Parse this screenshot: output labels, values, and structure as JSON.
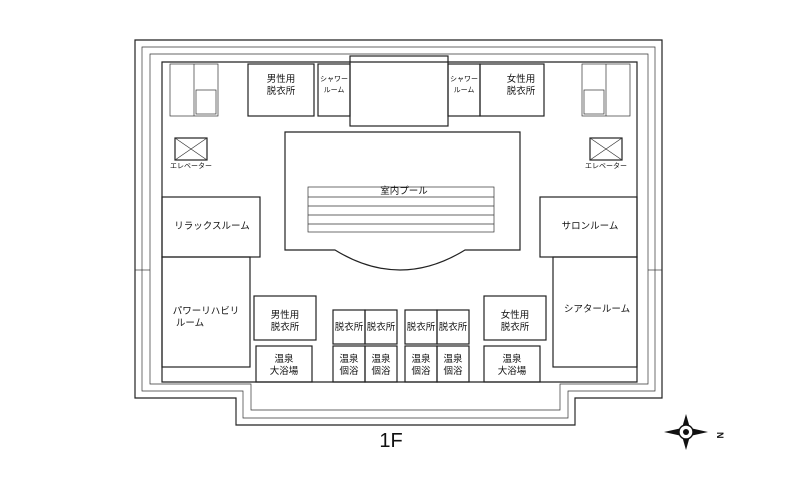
{
  "floor_label": "1F",
  "compass_north": "N",
  "rooms": {
    "pool": "室内プール",
    "relax": "リラックスルーム",
    "salon": "サロンルーム",
    "power_1": "パワーリハビリ",
    "power_2": "ルーム",
    "theater": "シアタールーム",
    "elev_left": "エレベーター",
    "elev_right": "エレベーター",
    "tl_dress_1": "男性用",
    "tl_dress_2": "脱衣所",
    "tl_shower_1": "シャワー",
    "tl_shower_2": "ルーム",
    "tr_shower_1": "シャワー",
    "tr_shower_2": "ルーム",
    "tr_dress_1": "女性用",
    "tr_dress_2": "脱衣所",
    "bl_dress_1": "男性用",
    "bl_dress_2": "脱衣所",
    "br_dress_1": "女性用",
    "br_dress_2": "脱衣所",
    "small_dress_1": "脱衣所",
    "small_dress_2": "脱衣所",
    "small_dress_3": "脱衣所",
    "small_dress_4": "脱衣所",
    "onsen_l_1": "温泉",
    "onsen_l_2": "大浴場",
    "onsen_r_1": "温泉",
    "onsen_r_2": "大浴場",
    "kobu_1a": "温泉",
    "kobu_1b": "個浴",
    "kobu_2a": "温泉",
    "kobu_2b": "個浴",
    "kobu_3a": "温泉",
    "kobu_3b": "個浴",
    "kobu_4a": "温泉",
    "kobu_4b": "個浴"
  }
}
